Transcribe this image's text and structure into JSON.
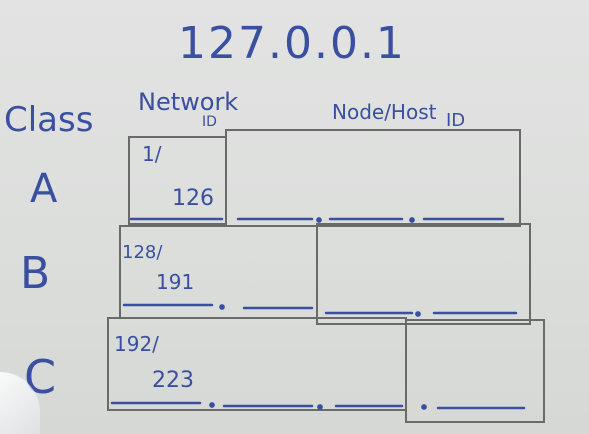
{
  "board": {
    "title": "127.0.0.1",
    "headers": {
      "class": "Class",
      "network": "Network",
      "network_sub": "ID",
      "host": "Node/Host",
      "host_sub": "ID"
    },
    "rows": [
      {
        "class": "A",
        "range_top": "1/",
        "range_bottom": "126"
      },
      {
        "class": "B",
        "range_top": "128/",
        "range_bottom": "191"
      },
      {
        "class": "C",
        "range_top": "192/",
        "range_bottom": "223"
      }
    ],
    "ink_color": "#3a4fa0",
    "box_color": "#6a6a6a"
  }
}
